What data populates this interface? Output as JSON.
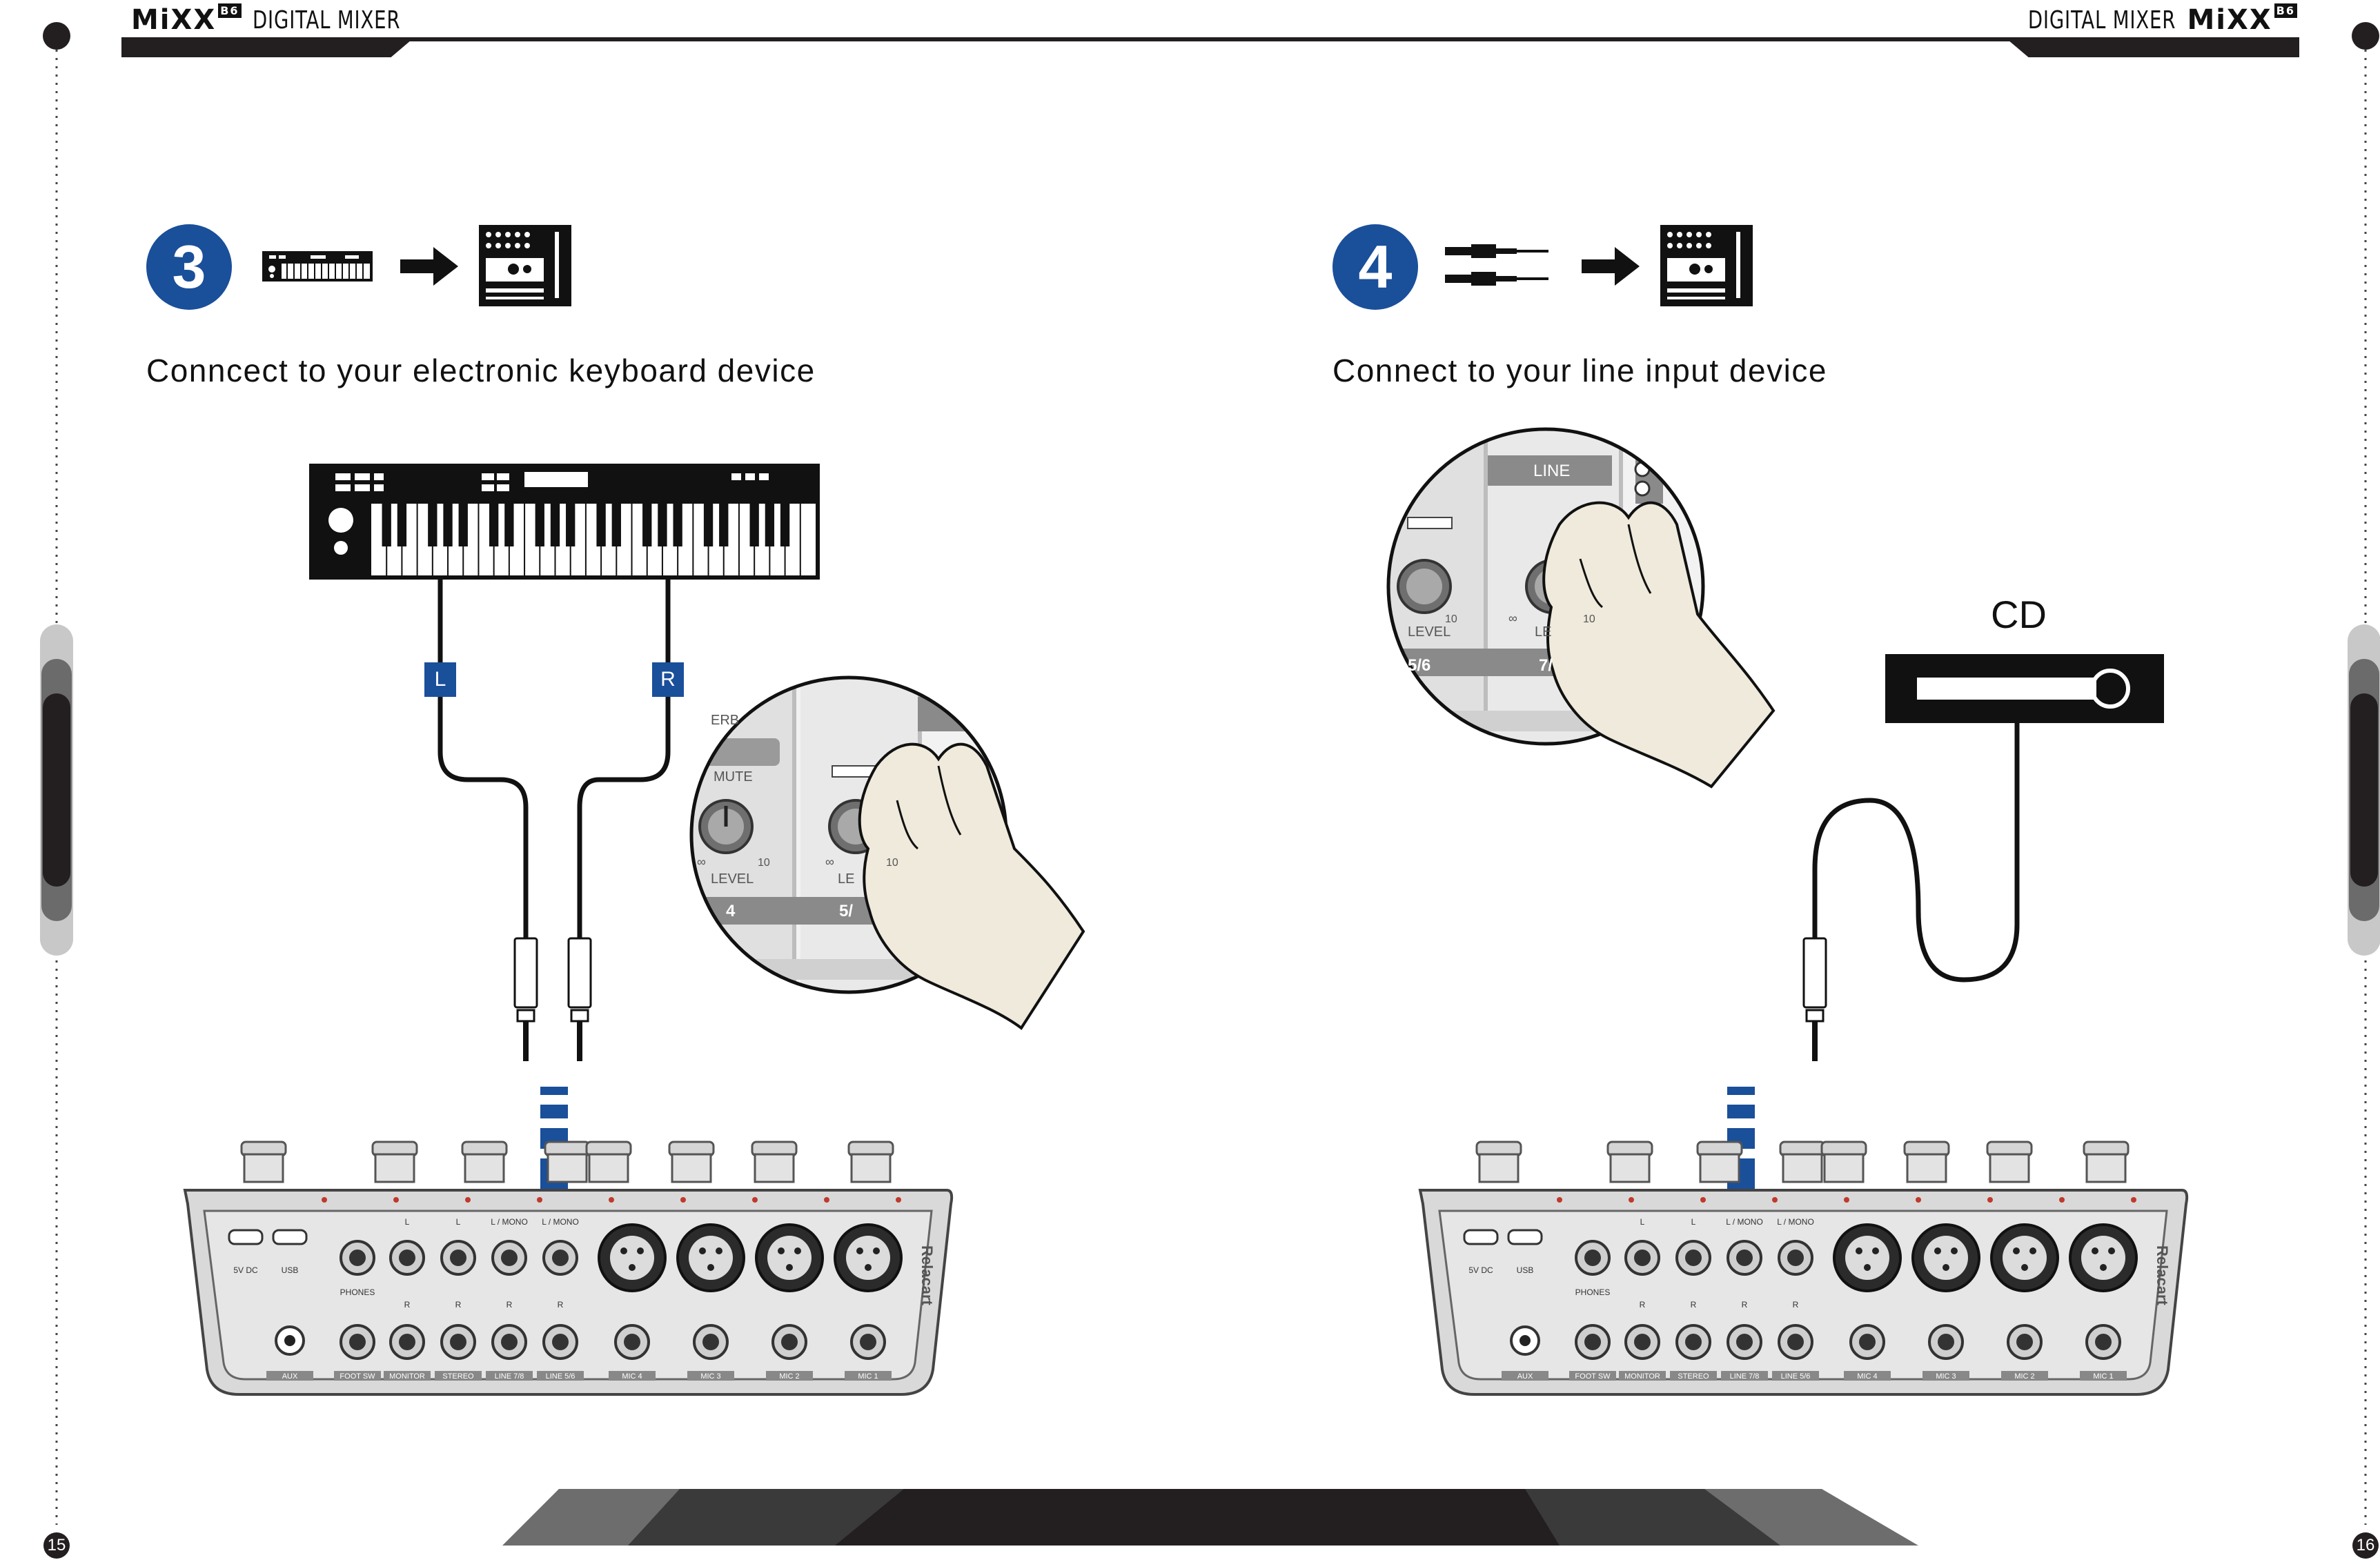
{
  "header": {
    "brand_left": "MiXX",
    "brand_badge_left": "B6",
    "title_left": "DIGITAL MIXER",
    "title_right": "DIGITAL MIXER",
    "brand_right": "MiXX",
    "brand_badge_right": "B6"
  },
  "left_section": {
    "step_number": "3",
    "instruction": "Conncect to your electronic keyboard device",
    "cable_labels": [
      "L",
      "R"
    ],
    "zoom_panel": {
      "labels": [
        "ERB",
        "MUTE",
        "LEVEL",
        "LE",
        "4",
        "5/"
      ],
      "scale_min": "∞",
      "scale_max": "10"
    }
  },
  "right_section": {
    "step_number": "4",
    "instruction": "Connect to your line input device",
    "device_label": "CD",
    "zoom_panel": {
      "labels": [
        "LINE",
        "LEVEL",
        "LE",
        "5/6",
        "7/"
      ],
      "scale_min": "∞",
      "scale_max": "10"
    }
  },
  "mixer_panel": {
    "top_labels": [
      "5V DC",
      "USB",
      "PHONES",
      "L",
      "L",
      "L / MONO",
      "L / MONO"
    ],
    "mid_labels": [
      "R",
      "R",
      "R",
      "R"
    ],
    "bottom_labels": [
      "AUX",
      "FOOT SW",
      "MONITOR",
      "STEREO",
      "LINE 7/8",
      "LINE 5/6",
      "MIC 4",
      "MIC 3",
      "MIC 2",
      "MIC 1"
    ],
    "brand": "Relacart"
  },
  "footer": {
    "page_left": "15",
    "page_right": "16"
  },
  "colors": {
    "accent_blue": "#1a4f9a",
    "dark": "#231f20",
    "panel_gray": "#d9d9d9",
    "skin": "#efeadb"
  }
}
